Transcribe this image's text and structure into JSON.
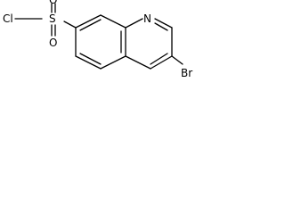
{
  "molecule": {
    "atoms": {
      "cl": "Cl",
      "s": "S",
      "o_top": "O",
      "o_bottom": "O",
      "n": "N",
      "br": "Br"
    }
  },
  "colors": {
    "bond": "#000000",
    "text": "#000000",
    "background": "#ffffff"
  }
}
